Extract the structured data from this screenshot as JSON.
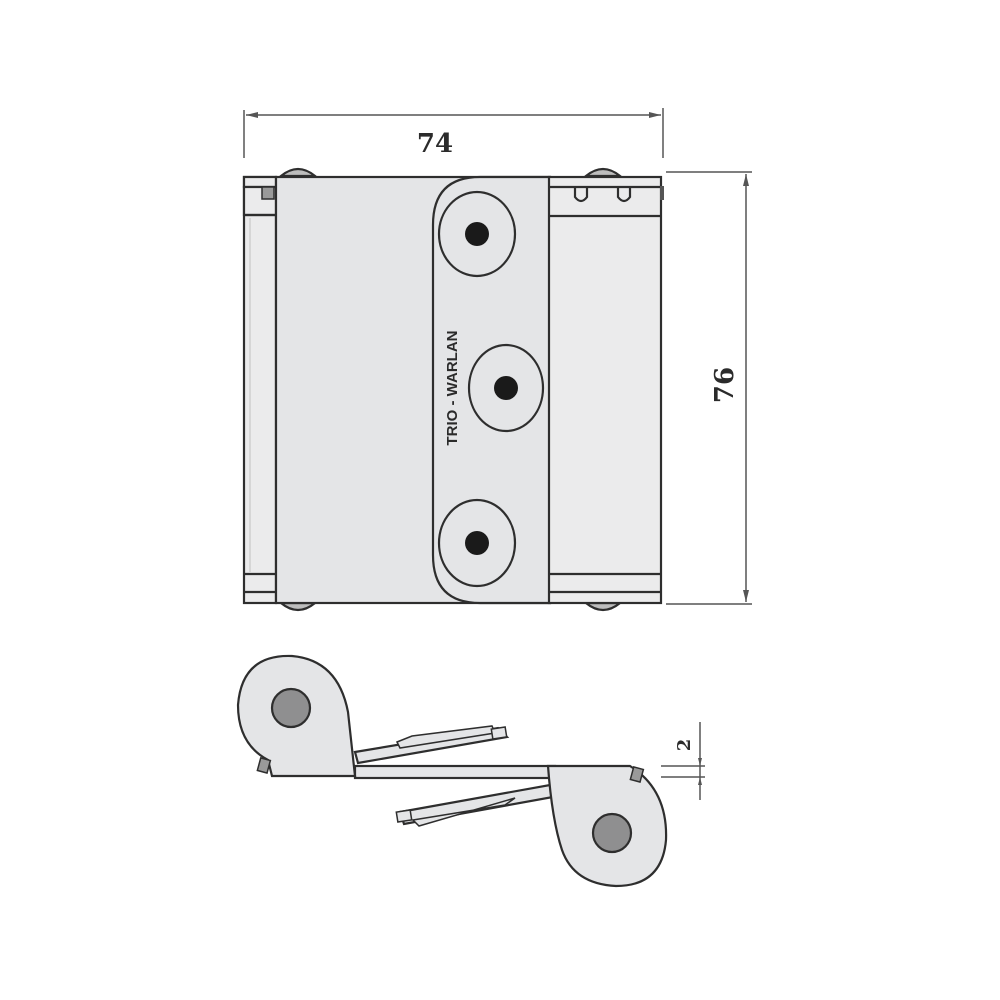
{
  "diagram": {
    "subject": "Double-acting spring hinge technical drawing",
    "colors": {
      "outline": "#2e2e2e",
      "fill_light": "#e4e5e7",
      "fill_barrel": "#ebebec",
      "screw_hole_dark": "#1a1a1a",
      "pin_fill": "#8f8f90",
      "dimension_line": "#555555"
    },
    "front_view": {
      "brand_label": "TRIO - WARLAN",
      "screw_holes": 3,
      "dimensions": {
        "width": {
          "value": "74",
          "unit": "mm"
        },
        "height": {
          "value": "76",
          "unit": "mm"
        }
      }
    },
    "side_view": {
      "dimensions": {
        "leaf_thickness": {
          "value": "2",
          "unit": "mm"
        }
      }
    }
  }
}
